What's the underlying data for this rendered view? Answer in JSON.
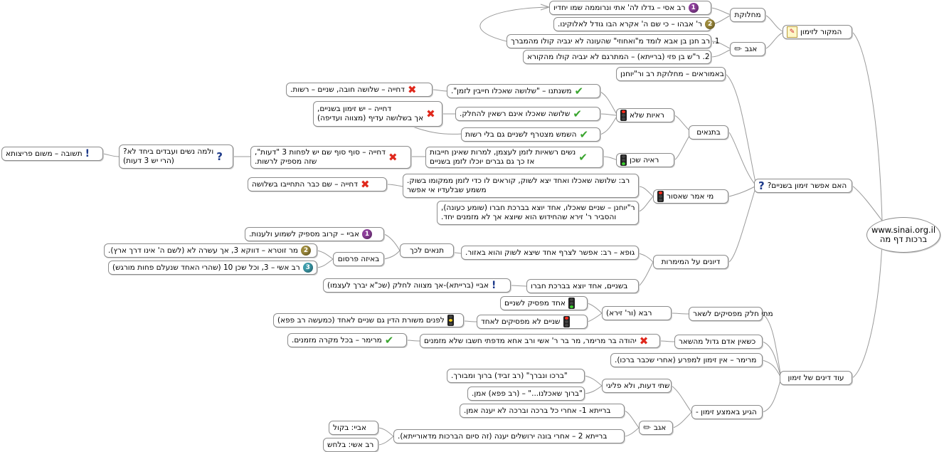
{
  "root": {
    "line1": "www.sinai.org.il",
    "line2": "ברכות דף מה"
  },
  "mekor": {
    "label": "המקור לזימון",
    "machloket": {
      "label": "מחלוקת",
      "items": [
        "רב אסי – גדלו לה' אתי ונרוממה שמו יחדיו",
        "ר' אבהו – כי שם ה' אקרא הבו גודל לאלוקינו."
      ]
    },
    "agav": {
      "label": "אגב",
      "items": [
        "1.  רב חנן בן אבא לומד מ\"ואחוזי\" שהעונה לא יגביה קולו מהמברך",
        "2.   ר\"ש בן פזי (ברייתא) – המתרגם לא יגביה קולו מהקורא"
      ]
    }
  },
  "haim": {
    "label": "האם אפשר  זימון בשניים?",
    "amoraim": "באמוראים – מחלוקת רב ור\"יוחנן",
    "betanaim": {
      "label": "בתנאים",
      "raayot_shelo": {
        "label": "ראיות שלא",
        "mishnah": "משנתנו – \"שלושה שאכלו חייבין לזמן\".",
        "mishnah_dechiya": "דחייה – שלושה חובה, שניים – רשות.",
        "shlosha": "שלושה שאכלו אינם רשאין להחלק.",
        "shlosha_dechiya_1": "דחייה – יש זימון בשניים,",
        "shlosha_dechiya_2": "אך בשלושה עדיף (מצווה ועדיפה)",
        "shamash": "השמש מצטרף לשניים גם בלי רשות"
      },
      "raaya_ken": {
        "label": "ראיה שכן",
        "nashim_1": "נשים רשאיות לזמן לעצמן, למרות שאינן חייבות",
        "nashim_2": "אז כך גם גברים יוכלו לזמן בשניים",
        "dechiya_1": "דחייה – סוף סוף שם יש לפחות  3 \"דעות\",",
        "dechiya_2": "שזה מספיק לרשות.",
        "question_1": "ולמה נשים ועבדים ביחד לא?",
        "question_2": "(הרי יש 3 דעות)",
        "answer": "תשובה – משום פריצותא"
      }
    },
    "mi_amar": {
      "label": "מי אמר שאסור",
      "rav_1": "רב: שלושה שאכלו ואחד יצא לשוק, קוראים לו כדי לזמן ממקומו בשוק.",
      "rav_2": "משמע שבלעדיו אי אפשר",
      "rav_dechiya": "דחייה – שם כבר התחייבו בשלושה",
      "ry_1": "ר\"יוחנן – שניים שאכלו, אחד יוצא בברכת חברו (שומע כעונה),",
      "ry_2": "והסביר ר' זירא שהחידוש הוא שיוצא אך לא מזמנים יחד."
    },
    "diyunim": {
      "label": "דיונים על המימרות",
      "gufa": "גופא – רב: אפשר לצרף אחד שיצא לשוק והוא באזור.",
      "tanaim_lechach": "תנאים לכך",
      "abaye": "אביי – קרוב מספיק לשמוע ולענות.",
      "beezeh_pirsum": "באיזה פרסום",
      "mar_zutra": "מר זוטרא – דווקא 3, אך עשרה לא (לשם ה' אינו דרך ארץ).",
      "rav_ashi": "רב אשי – 3, וכל שכן 10 (שהרי האחד שנעלם פחות מורגש)",
      "shnayim": "בשניים, אחד יוצא בברכת חברו",
      "abaye_baraita": "אביי (ברייתא)-אך מצווה לחלק (שכ\"א יברך לעצמו)"
    }
  },
  "od": {
    "label": "עוד דינים של זימון",
    "matai": {
      "label": "מתי חלק מפסיקים לשאר",
      "rava": "רבא (ור' זירא)",
      "echad": "אחד מפסיק לשניים",
      "shnayim_lo": "שניים לא מפסיקים לאחד",
      "lefnim": "לפנים משורת הדין גם שניים לאחד (כמעשה רב פפא)"
    },
    "keshein": {
      "label": "כשאין אדם גדול מהשאר",
      "yehuda": "יהודה בר מרימר, מר בר ר' אשי ורב אחא מדפתי חשבו שלא מזמנים",
      "mar": "מרימר – בכל מקרה מזמנים."
    },
    "mar_zimun": "מרימר – אין זימון למפרע (אחרי שכבר ברכו).",
    "higia": {
      "label": "הגיע באמצע זימון -",
      "shtei": "שתי דעות, ולא פליגי",
      "shtei_a": "\"ברכו ונברך\" (רב זביד) ברוך ומבורך.",
      "shtei_b": "\"ברוך שאכלנו...\" – (רב פפא) אמן.",
      "agav": "אגב",
      "b1": "ברייתא 1- אחרי כל ברכה וברכה לא יענה אמן.",
      "b2": "ברייתא 2 – אחרי בונה ירושלים יענה (זה סיום הברכות מדאורייתא).",
      "abaye": "אביי: בקול",
      "rav_ashi": "רב אשי: בלחש"
    }
  }
}
